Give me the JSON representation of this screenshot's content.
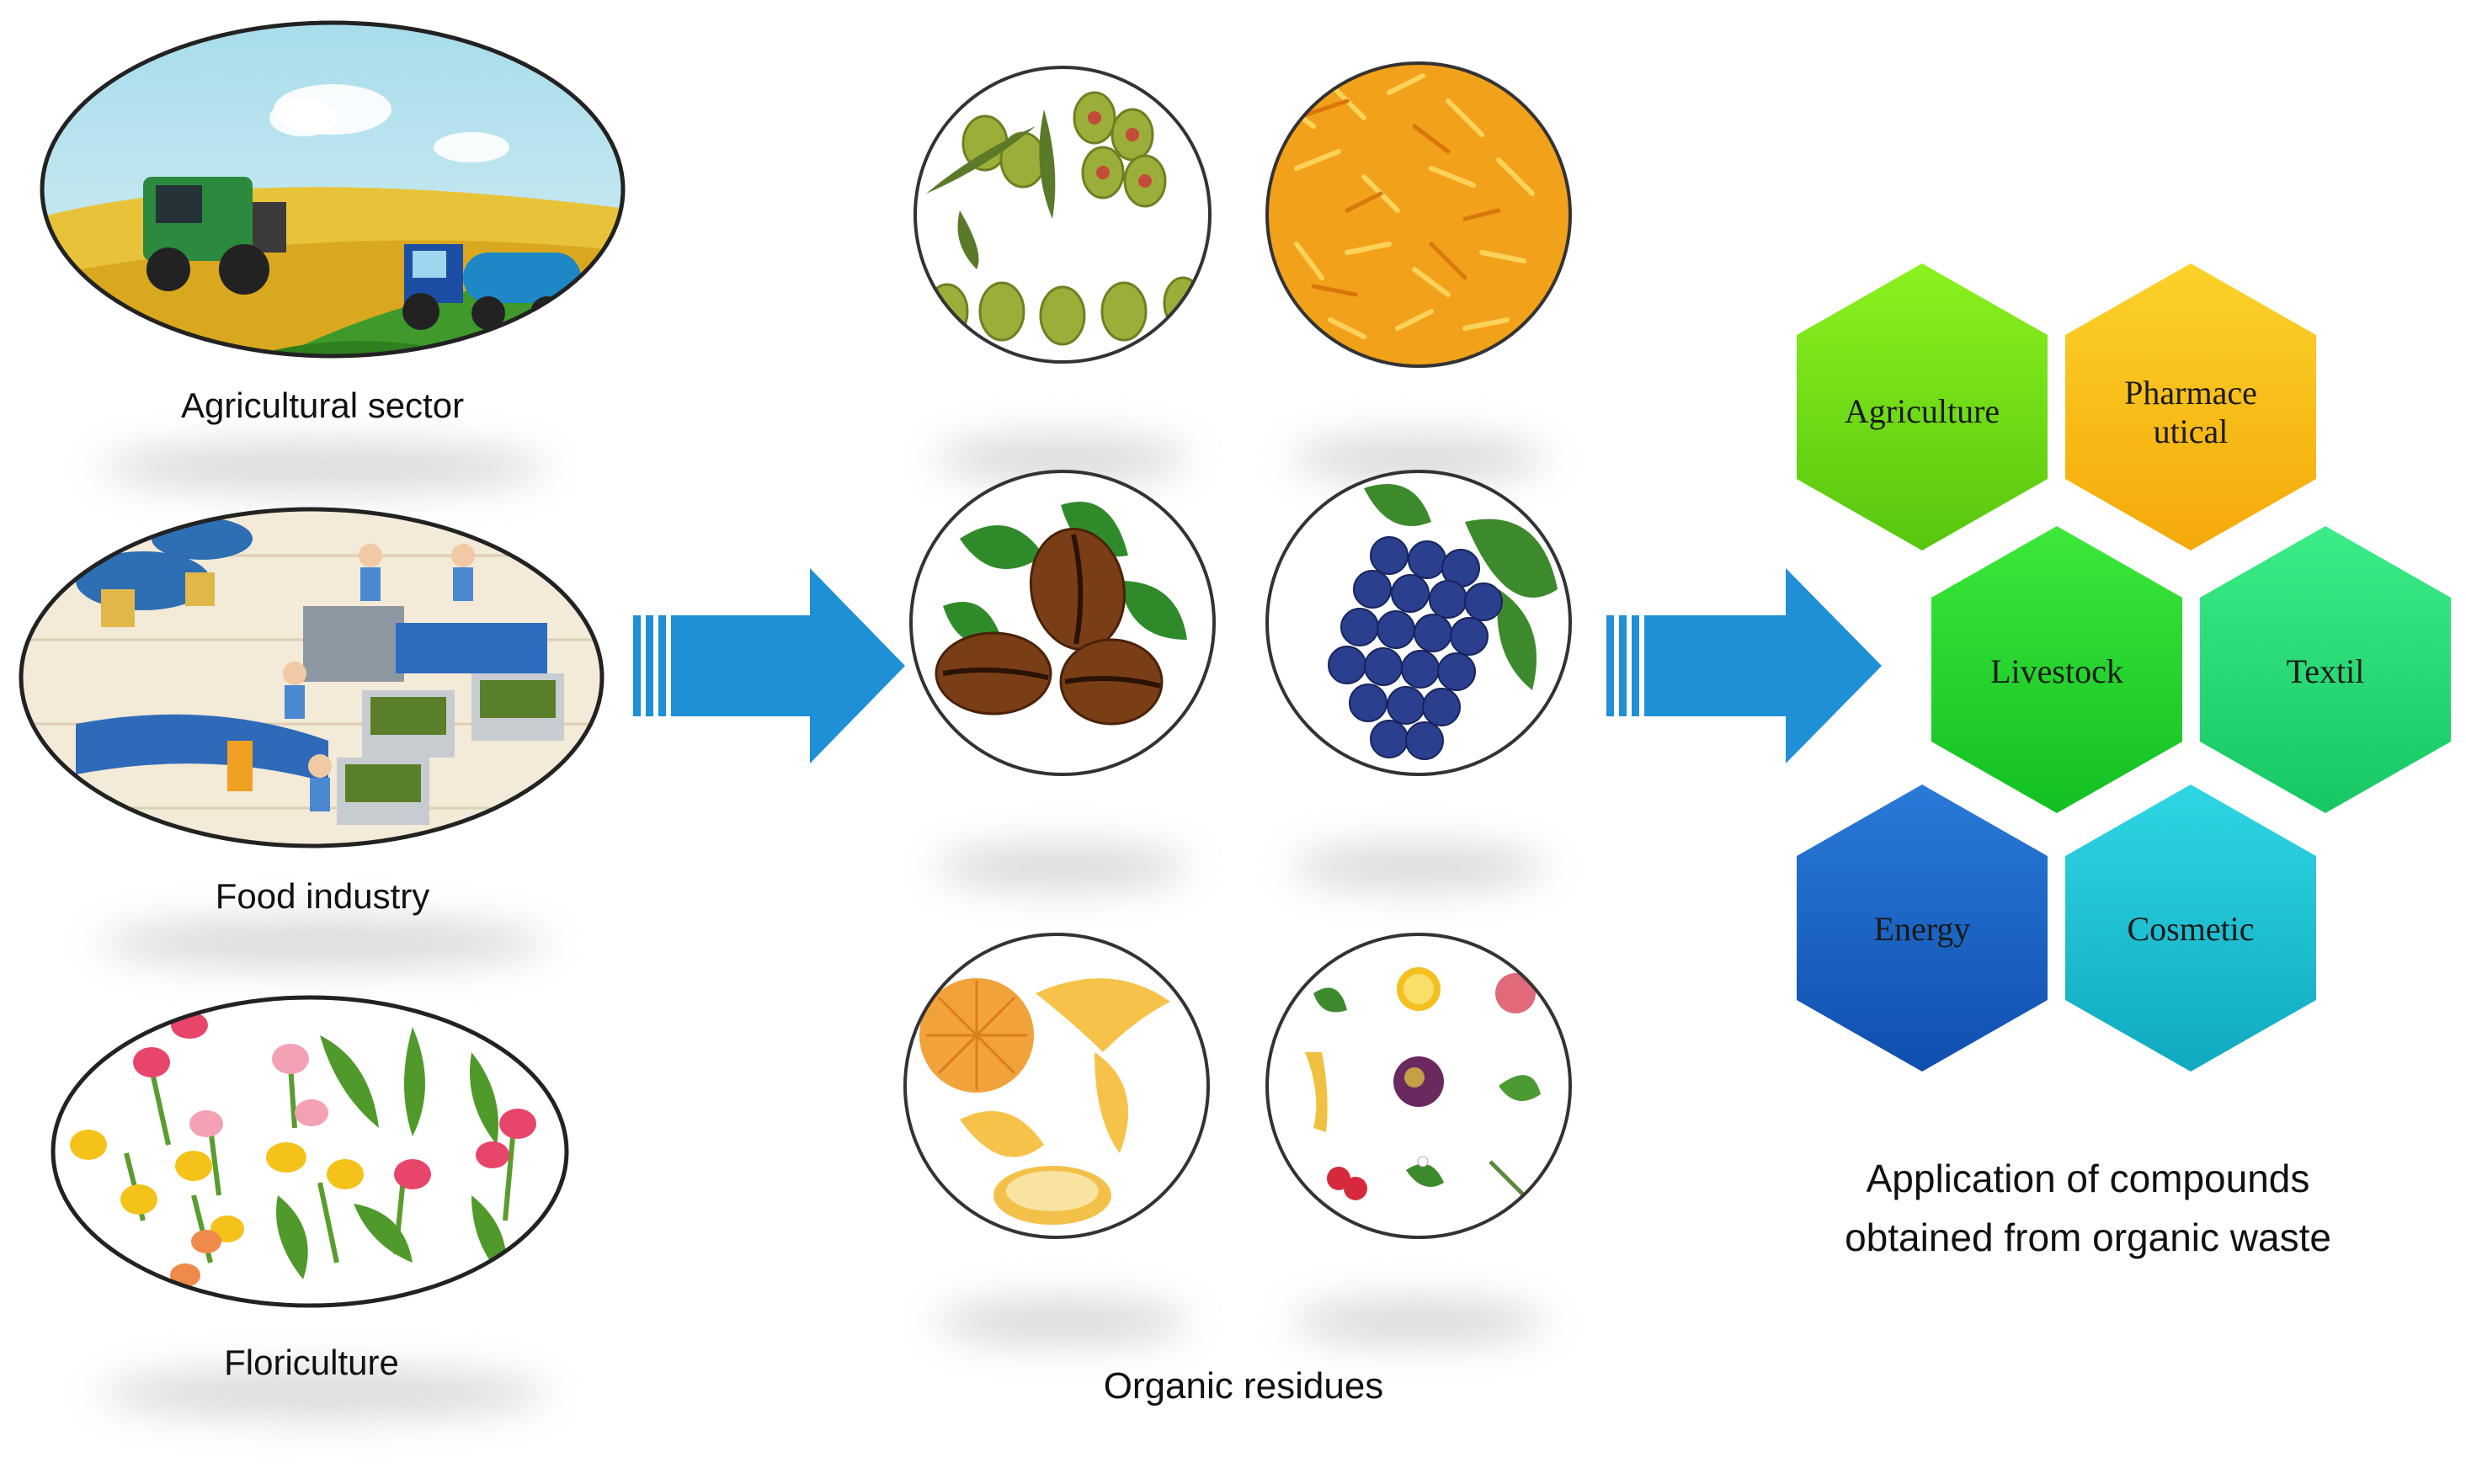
{
  "sources": [
    {
      "label": "Agricultural sector",
      "illustration": "farm-field-with-harvester-and-tractor"
    },
    {
      "label": "Food industry",
      "illustration": "food-processing-factory"
    },
    {
      "label": "Floriculture",
      "illustration": "tulip-flowers"
    }
  ],
  "residues": {
    "label": "Organic residues",
    "items": [
      {
        "icon": "olives-icon"
      },
      {
        "icon": "orange-peel-shreds-icon"
      },
      {
        "icon": "coffee-beans-icon"
      },
      {
        "icon": "grapes-icon"
      },
      {
        "icon": "citrus-peel-icon"
      },
      {
        "icon": "fruits-and-herbs-icon"
      }
    ]
  },
  "applications": {
    "caption_line1": "Application of compounds",
    "caption_line2": "obtained from organic waste",
    "hexagons": [
      {
        "line1": "Agriculture",
        "line2": "",
        "color": "#6fdf16"
      },
      {
        "line1": "Pharmace",
        "line2": "utical",
        "color": "#f7c318"
      },
      {
        "line1": "Livestock",
        "line2": "",
        "color": "#24d52e"
      },
      {
        "line1": "Textil",
        "line2": "",
        "color": "#27da75"
      },
      {
        "line1": "Energy",
        "line2": "",
        "color": "#1b66c7"
      },
      {
        "line1": "Cosmetic",
        "line2": "",
        "color": "#1cc2d3"
      }
    ]
  },
  "colors": {
    "arrow": "#1f8fd6",
    "circle_border": "#333333"
  }
}
